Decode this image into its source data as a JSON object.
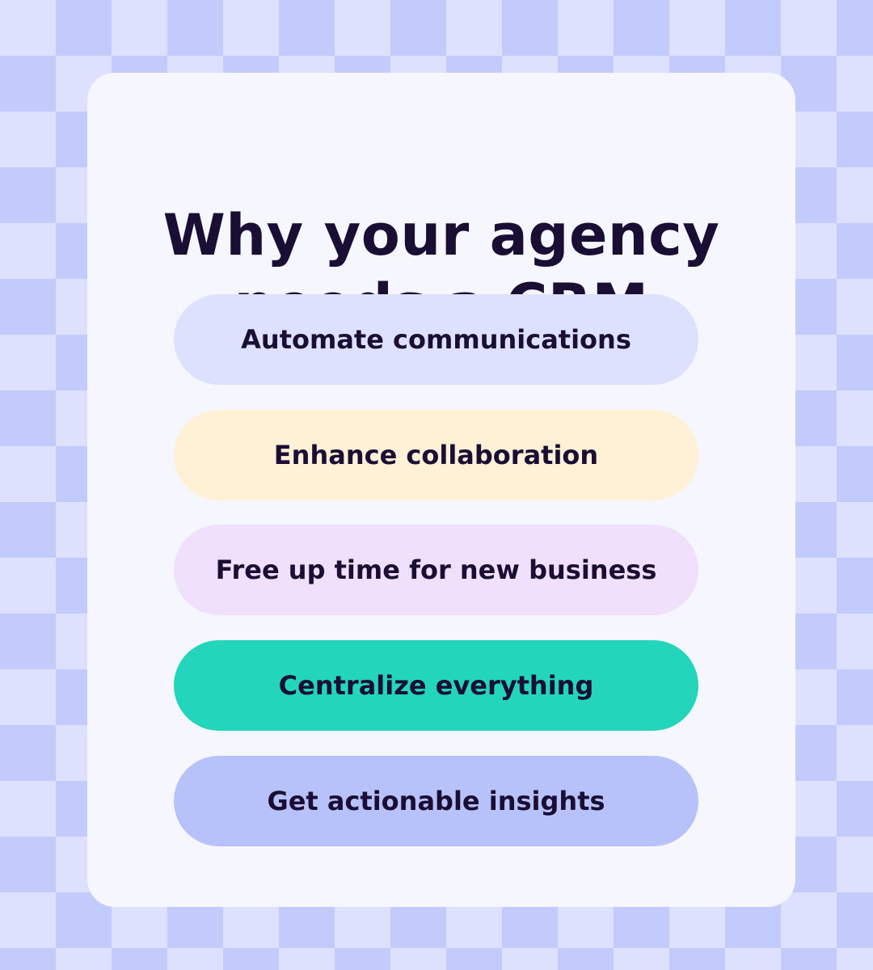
{
  "title": {
    "line1": "Why your agency",
    "line2": "needs a CRM"
  },
  "reasons": [
    {
      "label": "Automate communications",
      "color": "#dde1fd"
    },
    {
      "label": "Enhance collaboration",
      "color": "#fff1d6"
    },
    {
      "label": "Free up time for new business",
      "color": "#f0e0fb"
    },
    {
      "label": "Centralize everything",
      "color": "#22d5bb"
    },
    {
      "label": "Get actionable insights",
      "color": "#b7c1fa"
    }
  ],
  "colors": {
    "text": "#1b0e35",
    "card": "#f5f6fe",
    "checker_light": "#dde1fd",
    "checker_dark": "#c3cafc"
  }
}
